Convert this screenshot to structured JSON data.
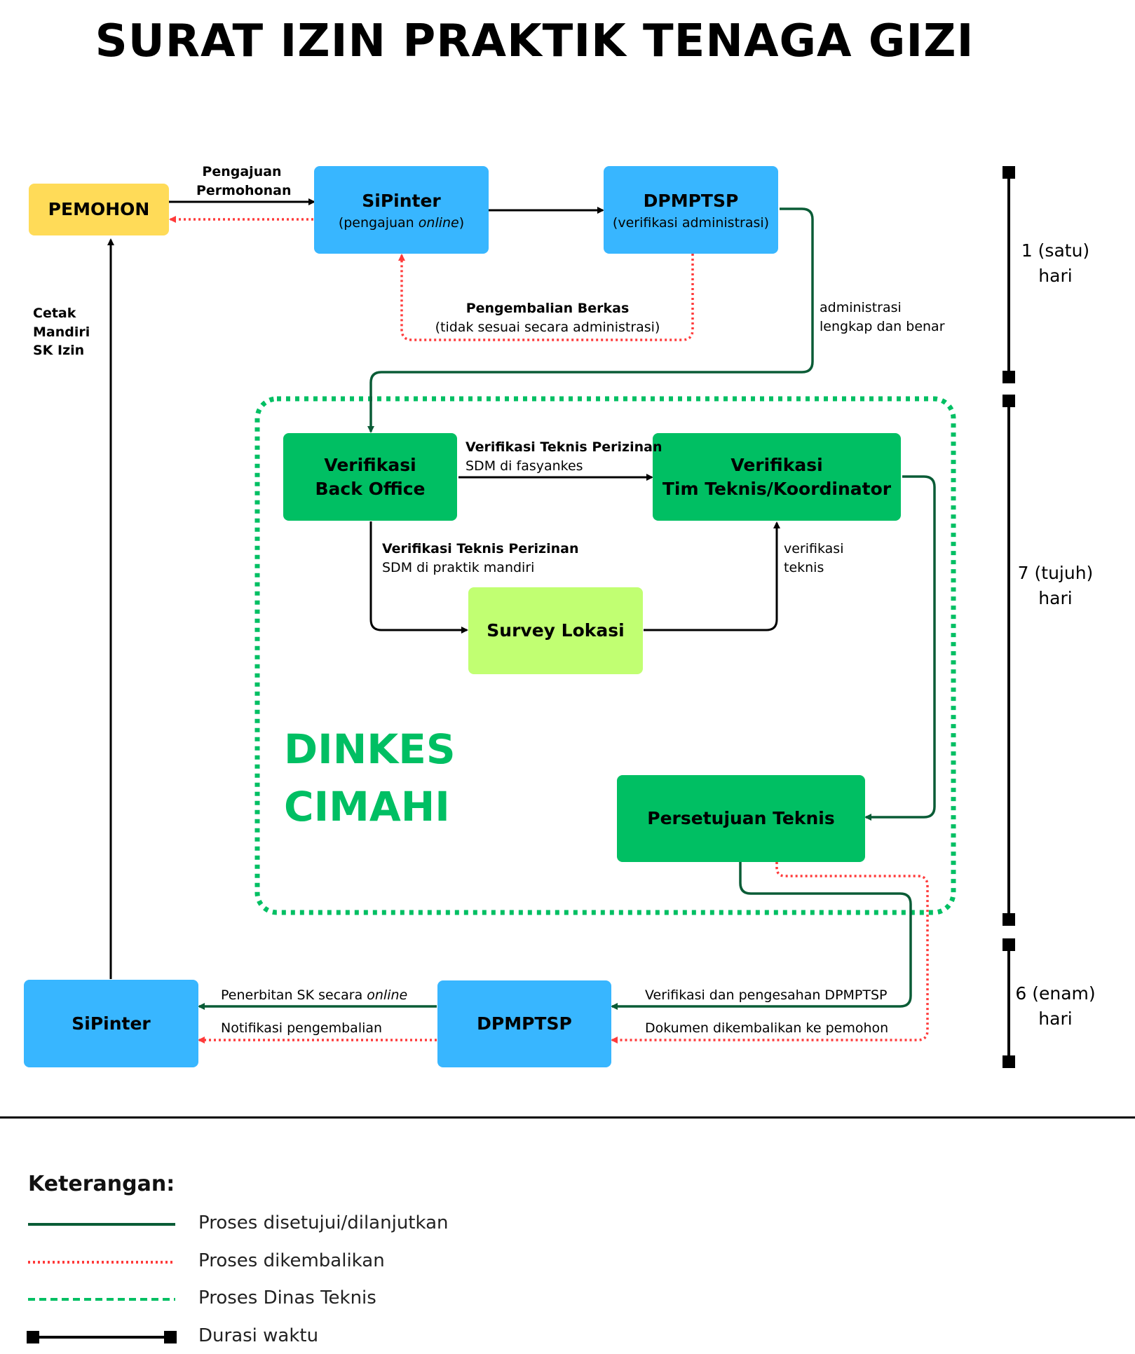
{
  "title": "SURAT IZIN PRAKTIK TENAGA GIZI",
  "colors": {
    "applicant": "#ffdb58",
    "system": "#38b6ff",
    "dinkes": "#00bf63",
    "survey": "#c1ff72",
    "approved_line": "#0a5c36",
    "returned_line": "#ff3b3b",
    "dinas_border": "#00bf63"
  },
  "nodes": {
    "pemohon": "PEMOHON",
    "sipinter_top": {
      "name": "SiPinter",
      "sub_prefix": "(pengajuan ",
      "sub_em": "online",
      "sub_suffix": ")"
    },
    "dpmptsp_top": {
      "name": "DPMPTSP",
      "sub": "(verifikasi administrasi)"
    },
    "backoffice": {
      "line1": "Verifikasi",
      "line2": "Back Office"
    },
    "tim": {
      "line1": "Verifikasi",
      "line2": "Tim Teknis/Koordinator"
    },
    "survey": "Survey Lokasi",
    "persetujuan": "Persetujuan Teknis",
    "sipinter_bottom": "SiPinter",
    "dpmptsp_bottom": "DPMPTSP"
  },
  "labels": {
    "pengajuan": {
      "line1": "Pengajuan",
      "line2": "Permohonan"
    },
    "pengembalian": {
      "line1": "Pengembalian Berkas",
      "line2": "(tidak sesuai secara administrasi)"
    },
    "administrasi": {
      "line1": "administrasi",
      "line2": "lengkap dan benar"
    },
    "cetak": {
      "line1": "Cetak",
      "line2": "Mandiri",
      "line3": "SK Izin"
    },
    "vt_fasyankes": {
      "line1": "Verifikasi Teknis Perizinan",
      "line2": "SDM di fasyankes"
    },
    "vt_mandiri": {
      "line1": "Verifikasi Teknis Perizinan",
      "line2": "SDM di praktik mandiri"
    },
    "verifikasi_teknis": {
      "line1": "verifikasi",
      "line2": "teknis"
    },
    "penerbitan": {
      "prefix": "Penerbitan SK secara ",
      "em": "online"
    },
    "notifikasi": "Notifikasi pengembalian",
    "verifikasi_pengesahan": "Verifikasi dan pengesahan DPMPTSP",
    "dokumen_kembali": "Dokumen dikembalikan ke pemohon"
  },
  "group_label": {
    "line1": "DINKES",
    "line2": "CIMAHI"
  },
  "durations": [
    {
      "line1": "1 (satu)",
      "line2": "hari"
    },
    {
      "line1": "7 (tujuh)",
      "line2": "hari"
    },
    {
      "line1": "6 (enam)",
      "line2": "hari"
    }
  ],
  "legend": {
    "title": "Keterangan:",
    "items": [
      "Proses disetujui/dilanjutkan",
      "Proses dikembalikan",
      "Proses Dinas Teknis",
      "Durasi waktu"
    ]
  }
}
